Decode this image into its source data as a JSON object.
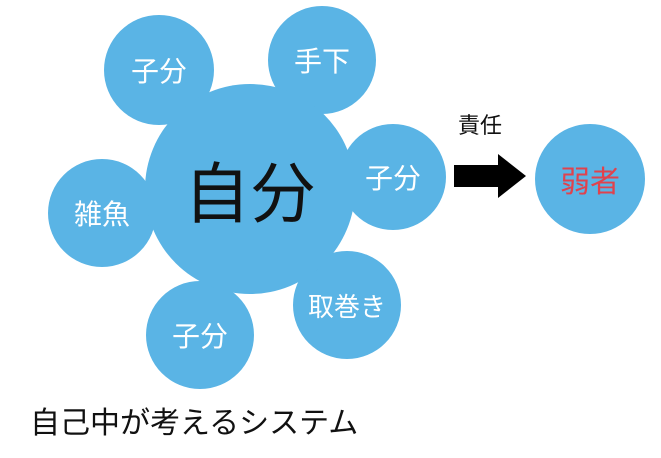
{
  "diagram": {
    "center_label": "自分",
    "satellites": [
      {
        "label": "子分"
      },
      {
        "label": "手下"
      },
      {
        "label": "子分"
      },
      {
        "label": "雑魚"
      },
      {
        "label": "取巻き"
      },
      {
        "label": "子分"
      }
    ],
    "arrow_label": "責任",
    "target_label": "弱者",
    "caption": "自己中が考えるシステム"
  },
  "colors": {
    "bubble_fill": "#5ab4e5",
    "center_text": "#111111",
    "satellite_text": "#ffffff",
    "target_text": "#e0424d",
    "arrow": "#000000"
  },
  "icons": {
    "arrow": "right-arrow-icon"
  }
}
